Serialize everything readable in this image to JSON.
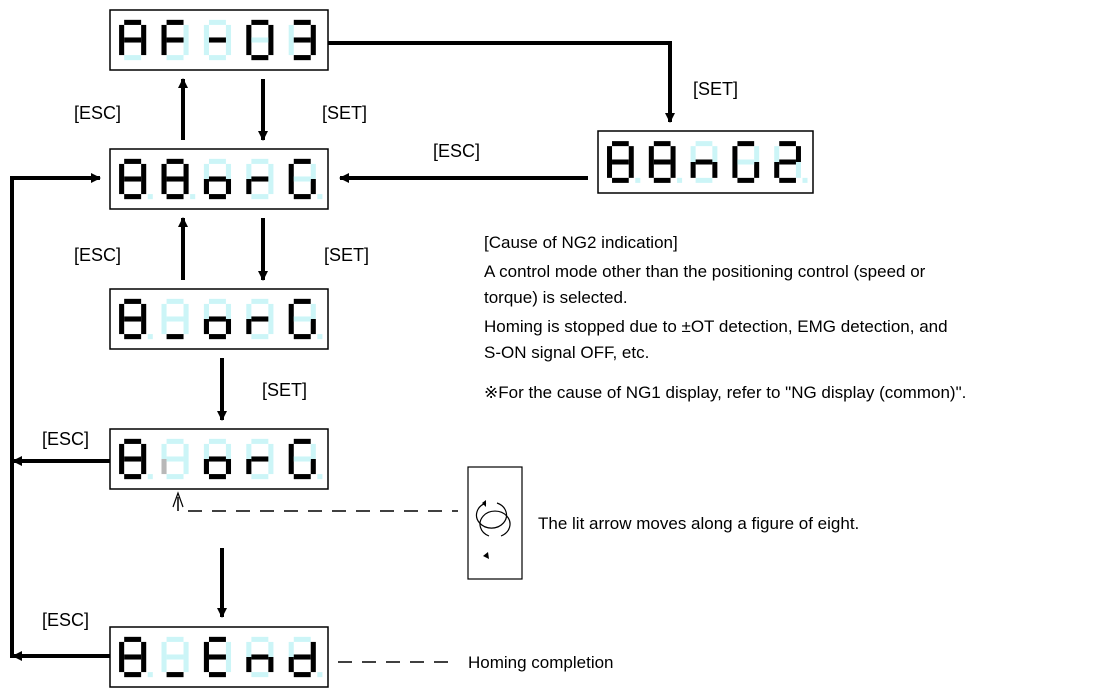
{
  "displays": {
    "top": {
      "segments": [
        "A",
        "F",
        "-",
        "0",
        "3"
      ],
      "dots": [
        false,
        false,
        false,
        false,
        false
      ]
    },
    "org1": {
      "segments": [
        "8",
        "8",
        "o",
        "r",
        "G"
      ],
      "dots": [
        true,
        true,
        false,
        false,
        true
      ]
    },
    "ng2": {
      "segments": [
        "8",
        "8",
        "n",
        "G",
        "2"
      ],
      "dots": [
        true,
        true,
        false,
        false,
        true
      ]
    },
    "org2": {
      "segments": [
        "8",
        "_",
        "o",
        "r",
        "G"
      ],
      "dots": [
        true,
        false,
        false,
        false,
        true
      ]
    },
    "org3": {
      "segments": [
        "8",
        "arrow",
        "o",
        "r",
        "G"
      ],
      "dots": [
        true,
        false,
        false,
        false,
        true
      ]
    },
    "end": {
      "segments": [
        "8",
        "_",
        "E",
        "n",
        "d"
      ],
      "dots": [
        true,
        false,
        false,
        false,
        true
      ]
    }
  },
  "colors": {
    "unlit_segment": "#ccf5f7",
    "lit_segment": "#000000",
    "arrow_segment": "#b8b8b8",
    "line": "#000000"
  },
  "labels": {
    "esc": "[ESC]",
    "set": "[SET]"
  },
  "note": {
    "heading": "[Cause of NG2 indication]",
    "line1": "A control mode other than the positioning control (speed or",
    "line2": "torque) is selected.",
    "line3": "Homing is stopped due to ±OT detection, EMG detection, and",
    "line4": "S-ON signal OFF, etc.",
    "line5": "※For the cause of NG1 display, refer to \"NG display (common)\"."
  },
  "legend": {
    "icon": "figure-eight-loop-icon",
    "text": "The lit arrow moves along a figure of eight."
  },
  "completion_label": "Homing completion"
}
